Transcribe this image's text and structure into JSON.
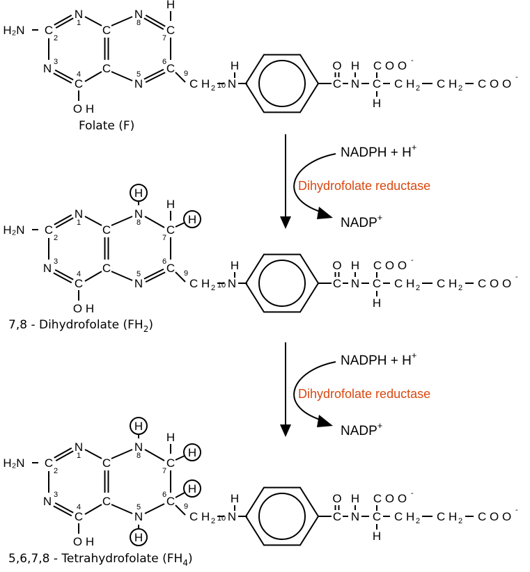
{
  "colors": {
    "ink": "#000000",
    "enzyme": "#d9480f",
    "background": "#ffffff"
  },
  "molecules": [
    {
      "id": "folate",
      "caption": "Folate  (F)",
      "caption_sub": "",
      "caption_tail": "",
      "added_h": []
    },
    {
      "id": "dihydrofolate",
      "caption": "7,8 - Dihydrofolate  (FH",
      "caption_sub": "2",
      "caption_tail": ")",
      "added_h": [
        "N8",
        "C7"
      ]
    },
    {
      "id": "tetrahydrofolate",
      "caption": "5,6,7,8 - Tetrahydrofolate  (FH",
      "caption_sub": "4",
      "caption_tail": ")",
      "added_h": [
        "N8",
        "C7",
        "C6",
        "N5"
      ]
    }
  ],
  "atoms": {
    "amine": "H₂N",
    "C": "C",
    "N": "N",
    "H": "H",
    "O": "O",
    "OH": "O H",
    "CH2": "C H",
    "sub2": "2",
    "COO": "C O O",
    "COO_minus": "-",
    "chain_CH2": "C H",
    "ring_numbers": [
      "1",
      "2",
      "3",
      "4",
      "5",
      "6",
      "7",
      "8",
      "9",
      "10"
    ]
  },
  "reactions": [
    {
      "cofactor_in": "NADPH + H",
      "cofactor_in_sup": "+",
      "enzyme": "Dihydrofolate reductase",
      "cofactor_out": "NADP",
      "cofactor_out_sup": "+"
    },
    {
      "cofactor_in": "NADPH + H",
      "cofactor_in_sup": "+",
      "enzyme": "Dihydrofolate reductase",
      "cofactor_out": "NADP",
      "cofactor_out_sup": "+"
    }
  ]
}
